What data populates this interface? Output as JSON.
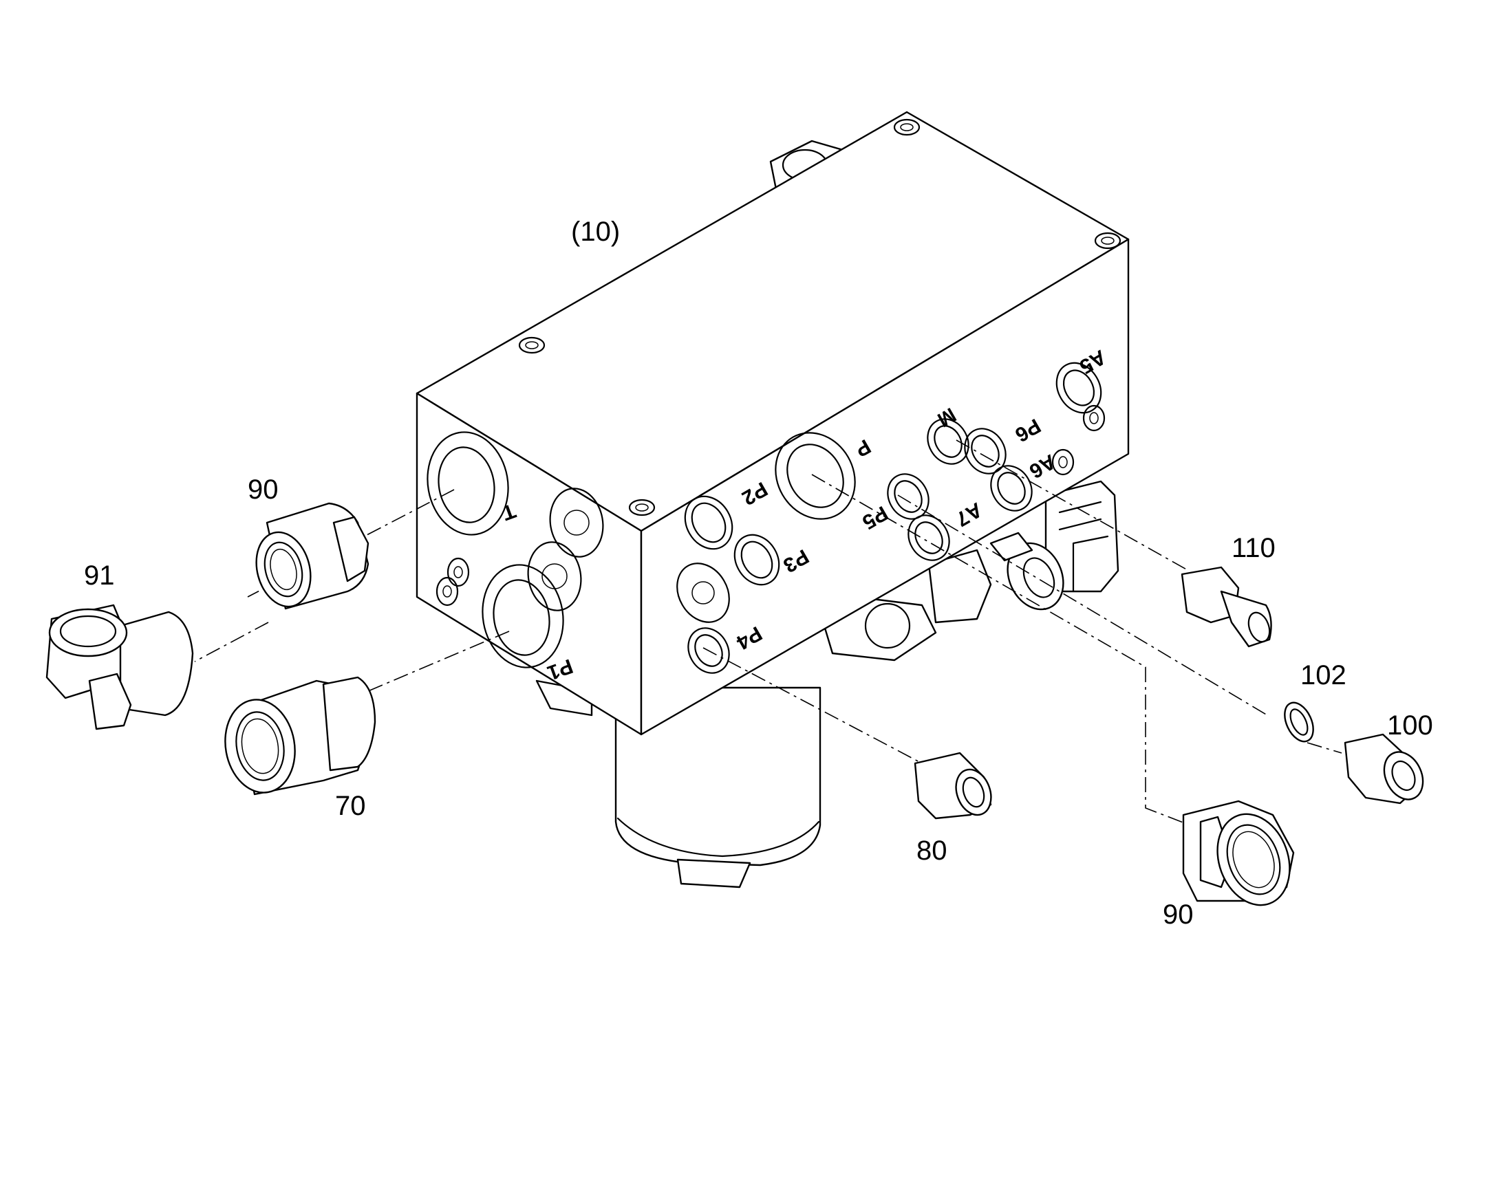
{
  "callouts": {
    "assembly": "(10)",
    "c90_left": "90",
    "c91": "91",
    "c70": "70",
    "c80": "80",
    "c110": "110",
    "c102": "102",
    "c100": "100",
    "c90_right": "90"
  },
  "ports": {
    "T": "T",
    "P1": "P1",
    "P": "P",
    "P2": "P2",
    "P3": "P3",
    "P4": "P4",
    "P5": "P5",
    "P6": "P6",
    "A5": "A5",
    "A6": "A6",
    "A7": "A7",
    "M": "M"
  }
}
